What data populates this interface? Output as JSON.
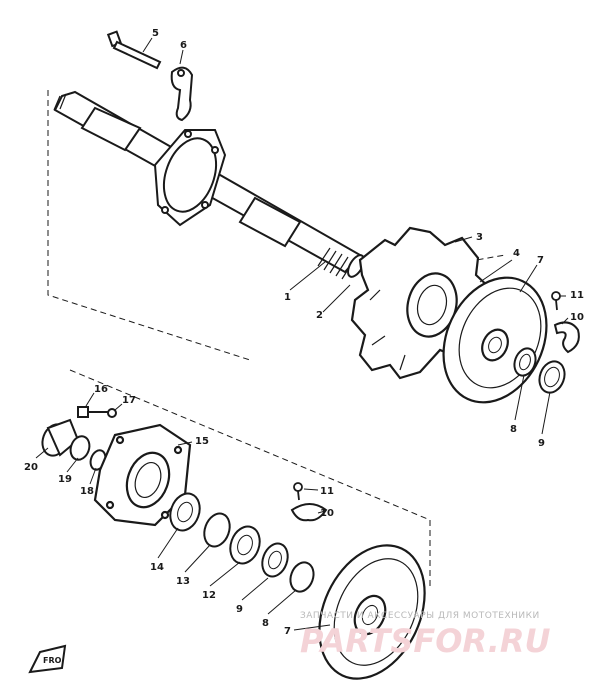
{
  "diagram": {
    "labels": {
      "p1": "1",
      "p2": "2",
      "p3": "3",
      "p4": "4",
      "p5": "5",
      "p6": "6",
      "p7a": "7",
      "p7b": "7",
      "p8a": "8",
      "p8b": "8",
      "p9a": "9",
      "p9b": "9",
      "p10a": "10",
      "p10b": "10",
      "p11a": "11",
      "p11b": "11",
      "p12": "12",
      "p13": "13",
      "p14": "14",
      "p15": "15",
      "p16": "16",
      "p17": "17",
      "p18": "18",
      "p19": "19",
      "p20": "20"
    },
    "colors": {
      "ink": "#1a1a1a",
      "watermark_text": "#b9b9b9",
      "watermark_logo": "#f4d3d7"
    }
  },
  "watermark": {
    "line1": "ЗАПЧАСТИ И АКСЕССУАРЫ ДЛЯ МОТОТЕХНИКИ",
    "logo": "PARTSFOR.RU"
  },
  "front_mark": {
    "icon": "front-arrow-icon",
    "text": "FRO"
  }
}
